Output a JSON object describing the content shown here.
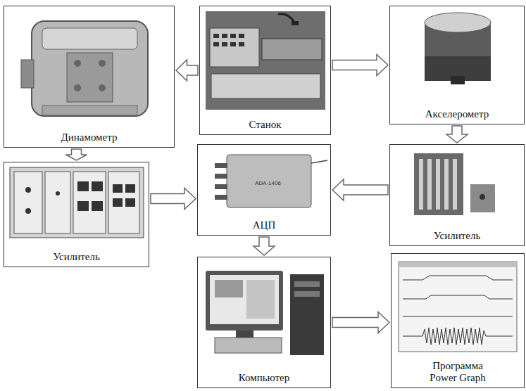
{
  "diagram": {
    "nodes": [
      {
        "text": [
          "Динамометр"
        ]
      },
      {
        "text": [
          "Станок"
        ]
      },
      {
        "text": [
          "Акселерометр"
        ]
      },
      {
        "text": [
          "Усилитель"
        ]
      },
      {
        "text": [
          "АЦП"
        ]
      },
      {
        "text": [
          "Усилитель"
        ]
      },
      {
        "text": [
          "Компьютер"
        ]
      },
      {
        "text": [
          "Программа Power Graph"
        ]
      }
    ],
    "edges": [
      {
        "from": 1,
        "to": 0,
        "arrow": "to"
      },
      {
        "from": 1,
        "to": 2,
        "arrow": "to"
      },
      {
        "from": 2,
        "to": 5,
        "arrow": "to"
      },
      {
        "from": 0,
        "to": 3,
        "arrow": "to"
      },
      {
        "from": 3,
        "to": 4,
        "arrow": "to"
      },
      {
        "from": 5,
        "to": 4,
        "arrow": "to"
      },
      {
        "from": 4,
        "to": 6,
        "arrow": "to"
      },
      {
        "from": 6,
        "to": 7,
        "arrow": "to"
      }
    ],
    "labels": [
      "ADA-1406"
    ]
  }
}
